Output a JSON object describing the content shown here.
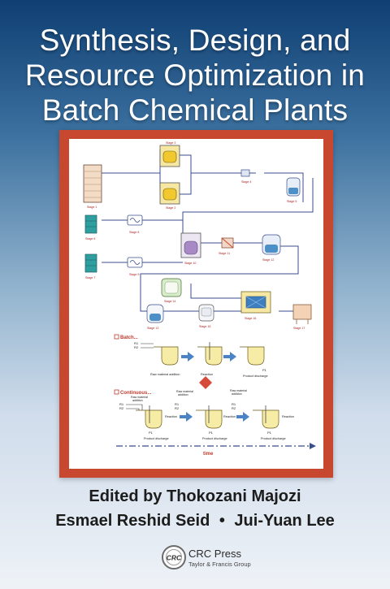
{
  "cover": {
    "title_lines": [
      "Synthesis, Design, and",
      "Resource Optimization in",
      "Batch Chemical Plants"
    ],
    "edited_by": "Edited by",
    "editor_1": "Thokozani Majozi",
    "editor_2": "Esmael Reshid Seid",
    "bullet": "•",
    "editor_3": "Jui-Yuan Lee"
  },
  "publisher": {
    "logo_text": "CRC",
    "name": "CRC Press",
    "group": "Taylor & Francis Group"
  },
  "diagram": {
    "stages": {
      "s1": "Stage 1",
      "s2": "Stage 2",
      "s3": "Stage 3",
      "s4": "Stage 4",
      "s5": "Stage 5",
      "s6": "Stage 6",
      "s7": "Stage 7",
      "s8": "Stage 8",
      "s9": "Stage 9",
      "s10": "Stage 10",
      "s11": "Stage 11",
      "s12": "Stage 12",
      "s13": "Stage 13",
      "s14": "Stage 14",
      "s15": "Stage 15",
      "s16": "Stage 16",
      "s17": "Stage 17"
    },
    "batch_heading": "Batch...",
    "continuous_heading": "Continuous...",
    "r1": "R1",
    "r2": "R2",
    "p1": "P1",
    "raw_material_addition": "Raw material addition",
    "raw_material": "Raw material",
    "addition": "addition",
    "reaction": "Reaction",
    "product_discharge": "Product discharge",
    "time": "time"
  }
}
